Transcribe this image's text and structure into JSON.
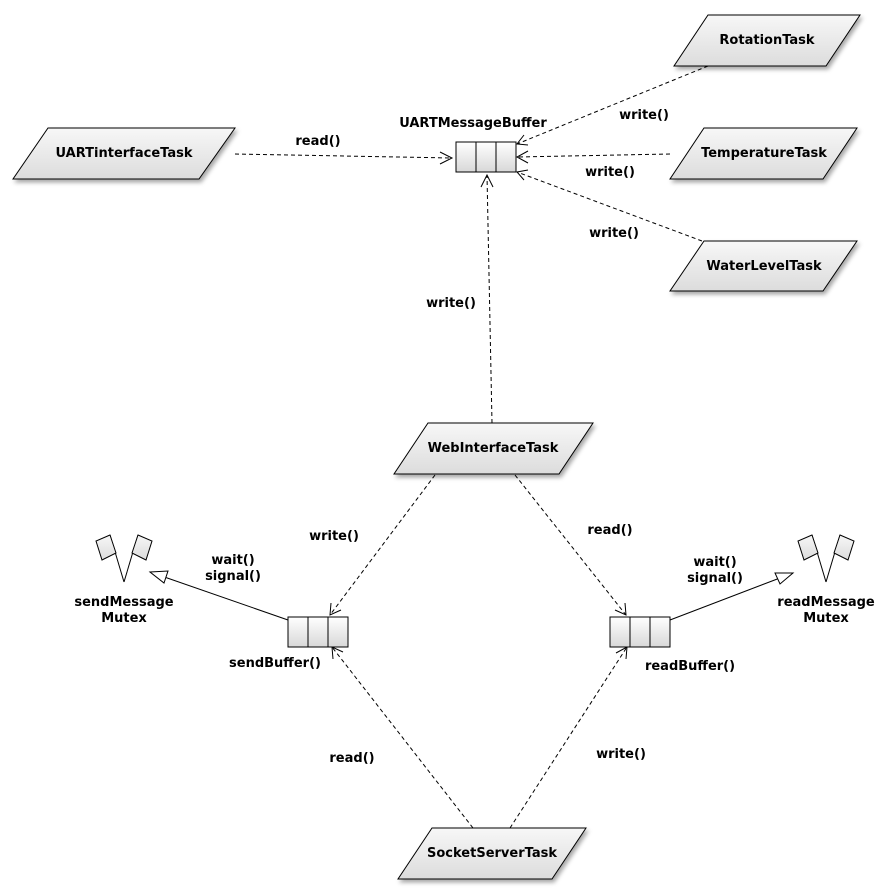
{
  "tasks": {
    "rotation": "RotationTask",
    "temperature": "TemperatureTask",
    "water_level": "WaterLevelTask",
    "uart_interface": "UARTinterfaceTask",
    "web_interface": "WebInterfaceTask",
    "socket_server": "SocketServerTask"
  },
  "buffers": {
    "uart_message": "UARTMessageBuffer",
    "send": "sendBuffer()",
    "read": "readBuffer()"
  },
  "mutexes": {
    "send_line1": "sendMessage",
    "send_line2": "Mutex",
    "read_line1": "readMessage",
    "read_line2": "Mutex"
  },
  "connections": {
    "uart_read": "read()",
    "rotation_write": "write()",
    "temperature_write": "write()",
    "water_write": "write()",
    "web_to_uart_write": "write()",
    "web_to_send_write": "write()",
    "web_to_read_read": "read()",
    "send_mutex_wait": "wait()",
    "send_mutex_signal": "signal()",
    "read_mutex_wait": "wait()",
    "read_mutex_signal": "signal()",
    "socket_send_read": "read()",
    "socket_read_write": "write()"
  }
}
